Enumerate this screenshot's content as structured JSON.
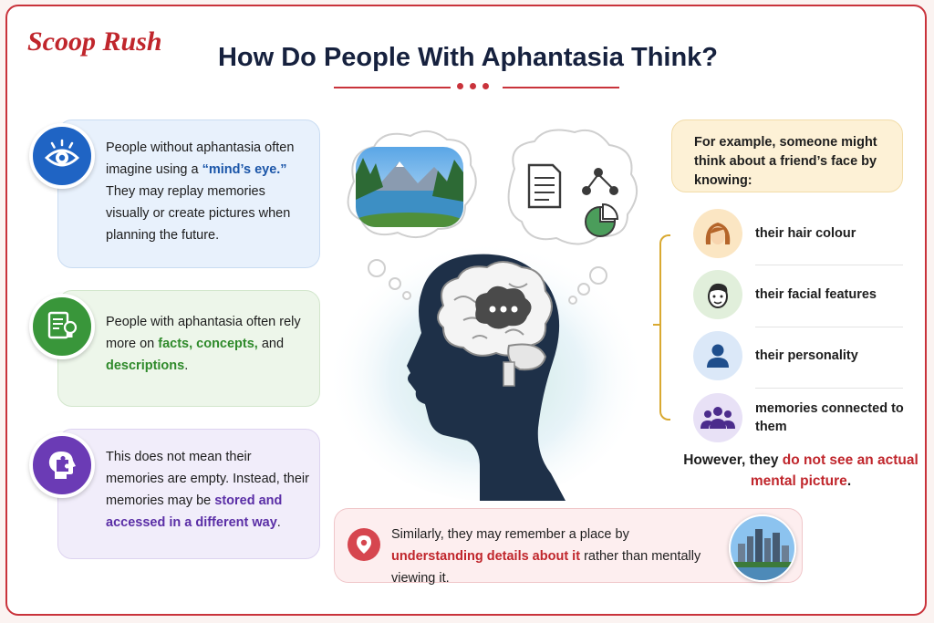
{
  "brand": "Scoop Rush",
  "title": "How Do People With Aphantasia Think?",
  "cards": {
    "visual": {
      "text1": "People without aphantasia often imagine using a ",
      "highlight": "“mind’s eye.”",
      "text2": " They may replay memories visually or create pictures when planning the future."
    },
    "facts": {
      "text1": "People with aphantasia often rely more on ",
      "highlight1": "facts, concepts,",
      "text2": " and ",
      "highlight2": "descriptions",
      "text3": "."
    },
    "memory": {
      "text1": "This does not mean their memories are empty. Instead, their memories may be ",
      "highlight": "stored and accessed in a different way",
      "text2": "."
    }
  },
  "example": {
    "intro": "For example, someone might think about a friend’s face by knowing:",
    "traits": [
      {
        "label": "their hair colour",
        "icon": "hair-face-icon"
      },
      {
        "label": "their facial features",
        "icon": "face-icon"
      },
      {
        "label": "their personality",
        "icon": "person-icon"
      },
      {
        "label": "memories connected to them",
        "icon": "group-icon"
      }
    ],
    "however": {
      "text1": "However, they ",
      "highlight": "do not see an actual mental picture",
      "text2": "."
    }
  },
  "bottom": {
    "text1": "Similarly, they may remember a place by ",
    "highlight": "understanding details about it",
    "text2": " rather than mentally viewing it."
  },
  "colors": {
    "accent_red": "#c0262c",
    "blue": "#1f64c4",
    "green": "#39963a",
    "purple": "#6b3bb5",
    "gold": "#d9a931"
  }
}
